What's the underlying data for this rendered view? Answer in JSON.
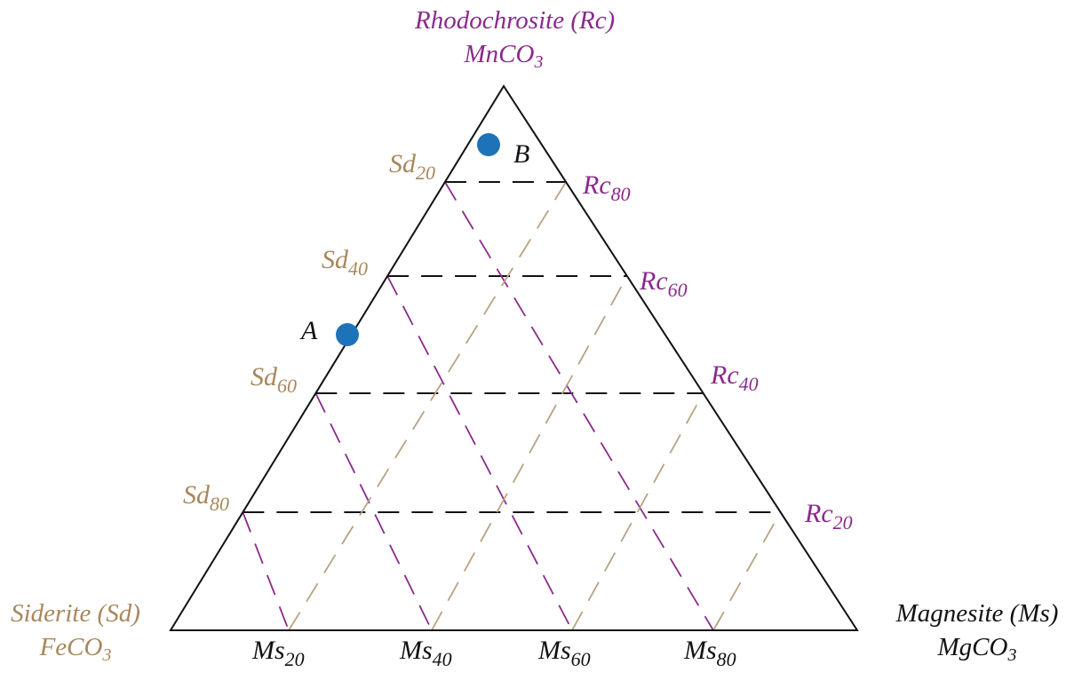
{
  "chart_data": {
    "type": "ternary",
    "vertices": {
      "top": {
        "name": "Rhodochrosite (Rc)",
        "formula_base": "MnCO",
        "formula_sub": "3"
      },
      "left": {
        "name": "Siderite (Sd)",
        "formula_base": "FeCO",
        "formula_sub": "3"
      },
      "right": {
        "name": "Magnesite (Ms)",
        "formula_base": "MgCO",
        "formula_sub": "3"
      }
    },
    "axes": {
      "Sd": {
        "prefix": "Sd",
        "ticks": [
          "20",
          "40",
          "60",
          "80"
        ]
      },
      "Rc": {
        "prefix": "Rc",
        "ticks": [
          "80",
          "60",
          "40",
          "20"
        ]
      },
      "Ms": {
        "prefix": "Ms",
        "ticks": [
          "20",
          "40",
          "60",
          "80"
        ]
      }
    },
    "grid": true,
    "points": [
      {
        "label": "A",
        "Rc": 50,
        "Sd": 50,
        "Ms": 0
      },
      {
        "label": "B",
        "Rc": 88,
        "Sd": 9,
        "Ms": 3
      }
    ],
    "colors": {
      "Rc": "#8a2a8c",
      "Sd": "#a8875c",
      "Ms": "#111111",
      "point": "#1e73b8",
      "grid_Rc": "#111111",
      "grid_Sd": "#8a2a8c",
      "grid_Ms": "#b8a283"
    }
  }
}
